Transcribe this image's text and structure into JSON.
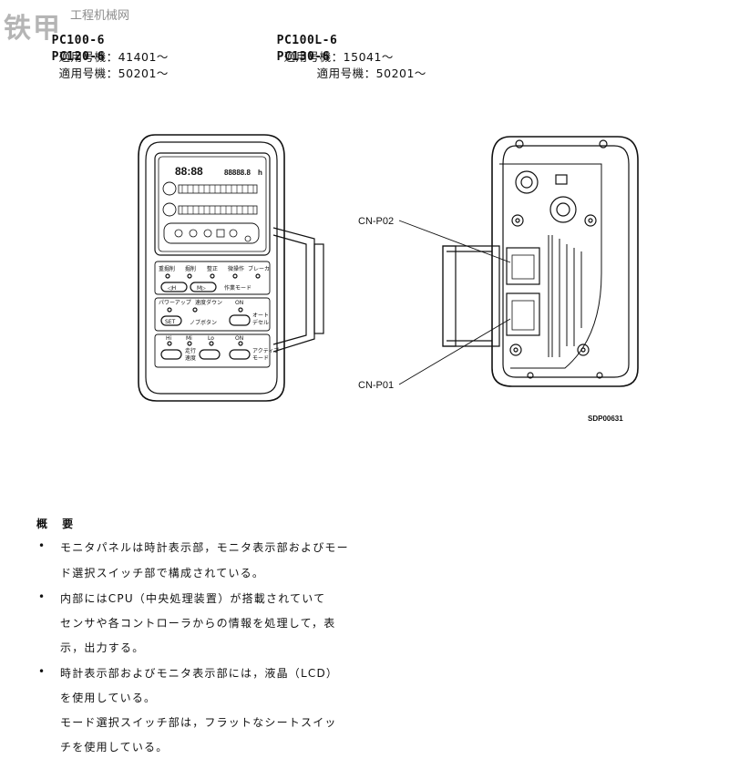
{
  "watermark": {
    "chinese": "铁甲",
    "site": "工程机械网"
  },
  "header": {
    "rows": [
      {
        "left_model": "PC100-6",
        "left_label": "適用号機：",
        "left_serial": "41401～",
        "right_model": "PC100L-6",
        "right_label": "適用号機：",
        "right_serial": "15041～"
      },
      {
        "left_model": "PC120-6",
        "left_label": "適用号機：",
        "left_serial": "50201～",
        "right_model": "PC130-6",
        "right_label": "適用号機：",
        "right_serial": "50201～"
      }
    ]
  },
  "figure": {
    "callouts": {
      "p02": "CN-P02",
      "p01": "CN-P01"
    },
    "figure_id": "SDP00631",
    "panel_labels": {
      "lcd_digits": "88:88",
      "lcd_hours": "88888.8",
      "lcd_hours_unit": "h",
      "mode_top": [
        "重掘削",
        "掘削",
        "整正",
        "微操作",
        "ブレーカ"
      ],
      "mode_caption": "作業モード",
      "btn_h": "◁H",
      "btn_m": "M▷",
      "power_up": "パワーアップ",
      "speed_down": "速度ダウン",
      "on1": "ON",
      "set": "SET",
      "knob": "ノブボタン",
      "auto_decel": "オート\nデセル",
      "travel_hi": "Hi",
      "travel_mi": "Mi",
      "travel_lo": "Lo",
      "on2": "ON",
      "travel_select": "走行\n速度",
      "active_mode": "アクティブ\nモード"
    }
  },
  "overview": {
    "title": "概 要",
    "bullets": [
      {
        "lines": [
          "モニタパネルは時計表示部，モニタ表示部およびモー",
          "ド選択スイッチ部で構成されている。"
        ]
      },
      {
        "lines": [
          "内部にはCPU（中央処理装置）が搭載されていて",
          "センサや各コントローラからの情報を処理して，表",
          "示，出力する。"
        ]
      },
      {
        "lines": [
          "時計表示部およびモニタ表示部には，液晶（LCD）",
          "を使用している。",
          "モード選択スイッチ部は，フラットなシートスイッ",
          "チを使用している。"
        ]
      }
    ]
  }
}
